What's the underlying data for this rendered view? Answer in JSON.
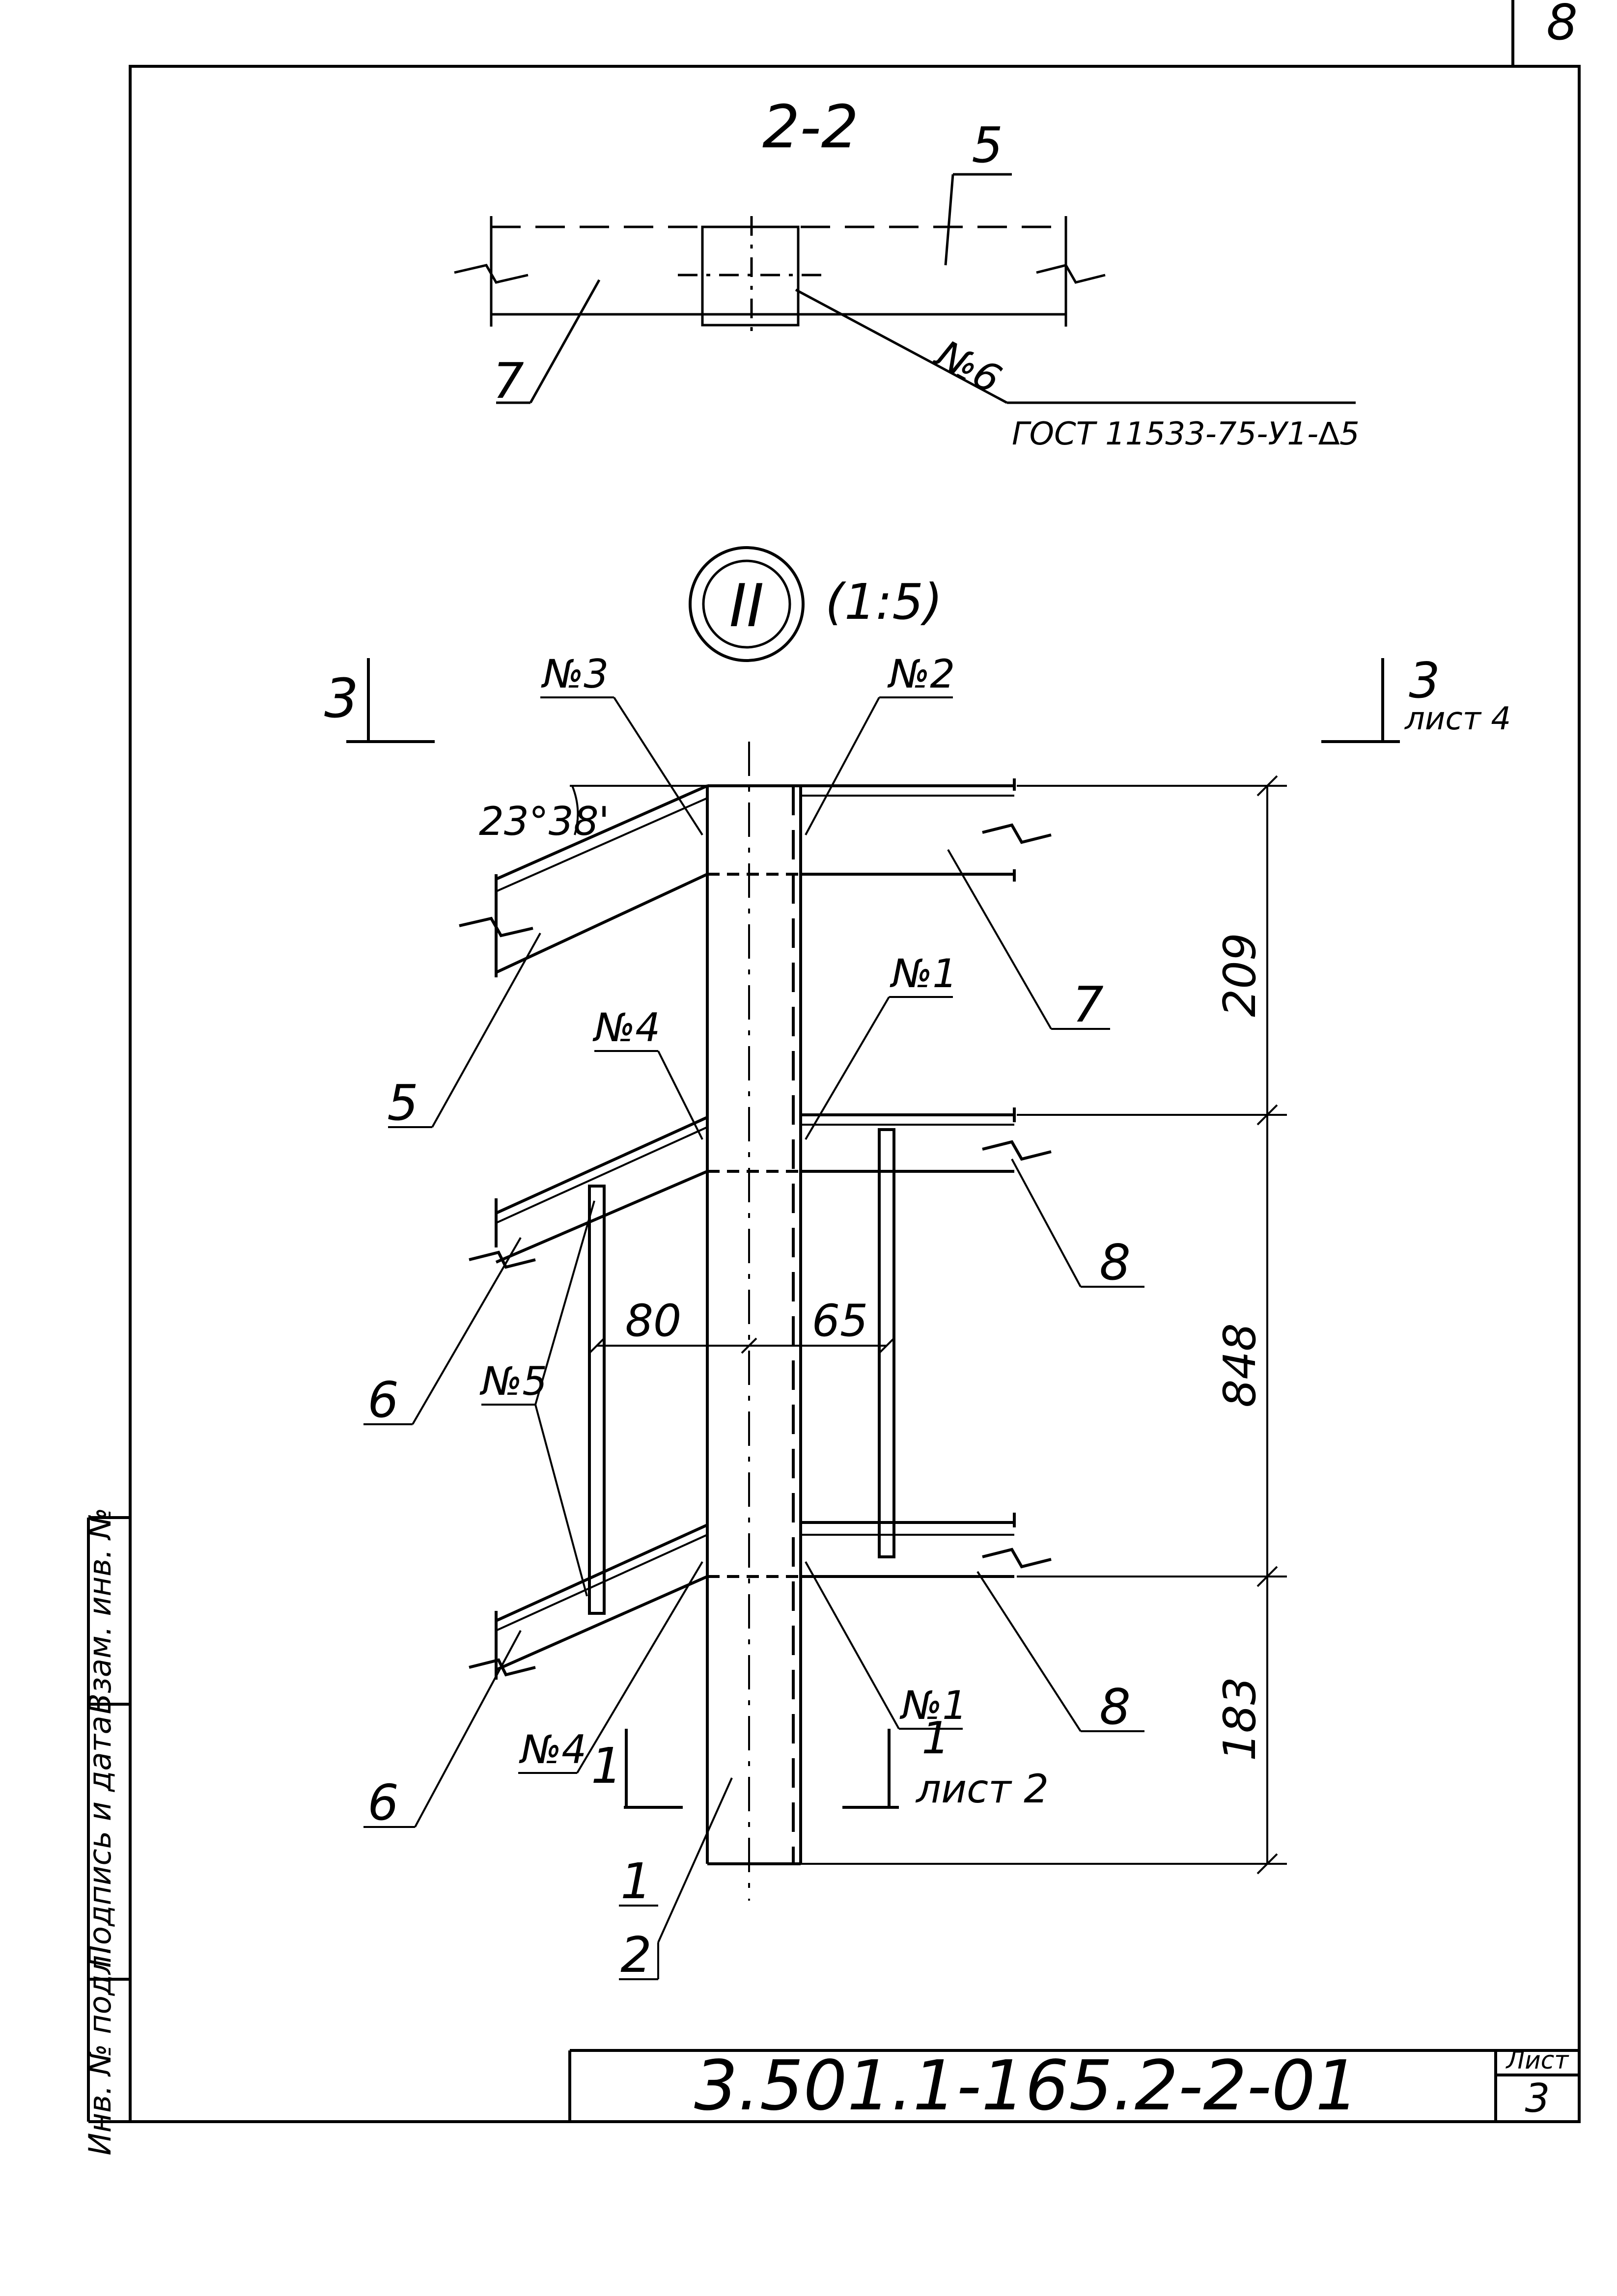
{
  "sheet_corner_number": "8",
  "section_2_2": {
    "title": "2-2",
    "labels": {
      "left_part": "7",
      "right_part": "5"
    },
    "weld": {
      "mark": "№6",
      "standard": "ГОСТ 11533-75-У1-∆5"
    }
  },
  "detail": {
    "number": "II",
    "scale": "(1:5)",
    "section_3": {
      "left": "3",
      "right": "3",
      "right_sheet": "лист 4"
    },
    "section_1": {
      "left": "1",
      "right": "1",
      "right_sheet": "лист 2"
    },
    "angle": "23°38'",
    "welds": {
      "top_right": "№2",
      "top_left": "№3",
      "mid_right": "№1",
      "mid_left": "№4",
      "stiffener": "№5",
      "bottom_right": "№1",
      "bottom_left": "№4"
    },
    "part_labels": {
      "upper_brace": "5",
      "top_beam": "7",
      "mid_beam": "8",
      "lower_beam": "8",
      "mid_brace": "6",
      "lower_brace": "6",
      "column_a": "1",
      "column_b": "2"
    },
    "dimensions": {
      "vertical": [
        "209",
        "848",
        "183"
      ],
      "horizontal_left": "80",
      "horizontal_right": "65"
    }
  },
  "stamp": {
    "side_labels": [
      "Инв. № подл.",
      "Подпись и дата",
      "Взам. инв. №"
    ],
    "designation": "3.501.1-165.2-2-01",
    "sheet_label": "Лист",
    "sheet_number": "3"
  }
}
